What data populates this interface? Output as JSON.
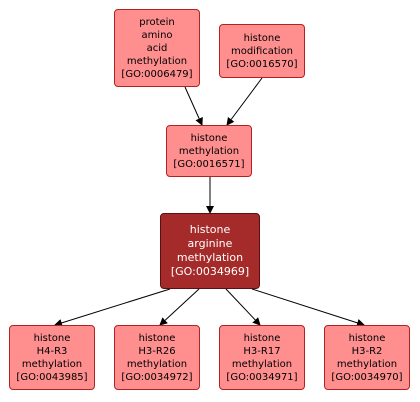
{
  "colors": {
    "node_fill": "#ff8f8f",
    "node_border": "#b22222",
    "focus_fill": "#a52a2a",
    "edge": "#000000"
  },
  "nodes": {
    "protein_amino_acid_methylation": {
      "lines": [
        "protein",
        "amino",
        "acid",
        "methylation",
        "[GO:0006479]"
      ]
    },
    "histone_modification": {
      "lines": [
        "histone",
        "modification",
        "[GO:0016570]"
      ]
    },
    "histone_methylation": {
      "lines": [
        "histone",
        "methylation",
        "[GO:0016571]"
      ]
    },
    "histone_arginine_methylation": {
      "lines": [
        "histone",
        "arginine",
        "methylation",
        "[GO:0034969]"
      ]
    },
    "histone_h4_r3_methylation": {
      "lines": [
        "histone",
        "H4-R3",
        "methylation",
        "[GO:0043985]"
      ]
    },
    "histone_h3_r26_methylation": {
      "lines": [
        "histone",
        "H3-R26",
        "methylation",
        "[GO:0034972]"
      ]
    },
    "histone_h3_r17_methylation": {
      "lines": [
        "histone",
        "H3-R17",
        "methylation",
        "[GO:0034971]"
      ]
    },
    "histone_h3_r2_methylation": {
      "lines": [
        "histone",
        "H3-R2",
        "methylation",
        "[GO:0034970]"
      ]
    }
  }
}
